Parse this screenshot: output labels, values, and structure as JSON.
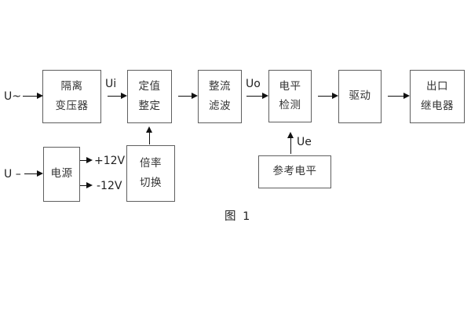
{
  "diagram": {
    "caption": "图 1",
    "blocks": {
      "isolation_transformer": {
        "line1": "隔离",
        "line2": "变压器"
      },
      "setting_adjust": {
        "line1": "定值",
        "line2": "整定"
      },
      "rectifier_filter": {
        "line1": "整流",
        "line2": "滤波"
      },
      "level_detect": {
        "line1": "电平",
        "line2": "检测"
      },
      "drive": {
        "label": "驱动"
      },
      "output_relay": {
        "line1": "出口",
        "line2": "继电器"
      },
      "power_supply": {
        "label": "电源"
      },
      "rate_switch": {
        "line1": "倍率",
        "line2": "切换"
      },
      "reference_level": {
        "label": "参考电平"
      }
    },
    "signal_labels": {
      "input_ac": "U~",
      "input_dc": "U –",
      "ui": "Ui",
      "uo": "Uo",
      "ue": "Ue",
      "plus_12v": "+12V",
      "minus_12v": "-12V"
    },
    "colors": {
      "background": "#ffffff",
      "box_border": "#5f5f5f",
      "text": "#333333",
      "arrow": "#111111"
    }
  }
}
